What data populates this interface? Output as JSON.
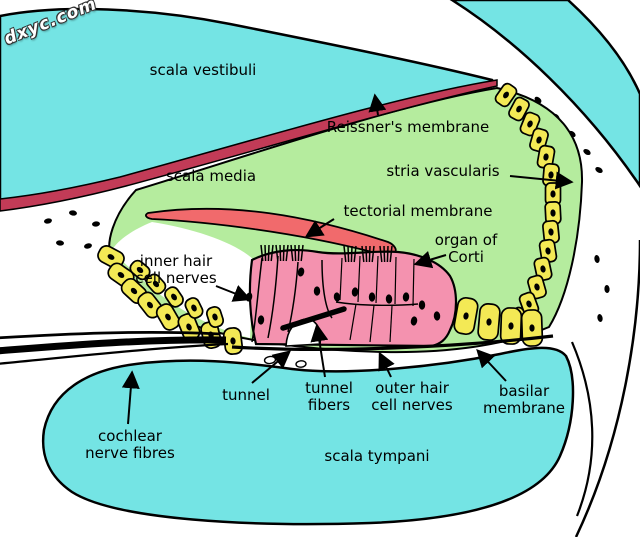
{
  "watermark": {
    "text": "dxyc.com"
  },
  "colors": {
    "cyan": "#74E4E4",
    "green": "#B5EC9E",
    "membrane-red": "#C23B57",
    "tectorial-red": "#F16A6C",
    "organ-pink": "#F492AF",
    "cell-yellow": "#F3E955"
  },
  "labels": {
    "scala_vestibuli": "scala vestibuli",
    "reissners_membrane": "Reissner's membrane",
    "scala_media": "scala media",
    "stria_vascularis": "stria vascularis",
    "tectorial_membrane": "tectorial membrane",
    "organ_of_corti_line1": "organ of",
    "organ_of_corti_line2": "Corti",
    "inner_hair_line1": "inner hair",
    "inner_hair_line2": "cell nerves",
    "tunnel": "tunnel",
    "tunnel_fibers_line1": "tunnel",
    "tunnel_fibers_line2": "fibers",
    "outer_hair_line1": "outer hair",
    "outer_hair_line2": "cell nerves",
    "basilar_line1": "basilar",
    "basilar_line2": "membrane",
    "cochlear_line1": "cochlear",
    "cochlear_line2": "nerve fibres",
    "scala_tympani": "scala tympani"
  }
}
